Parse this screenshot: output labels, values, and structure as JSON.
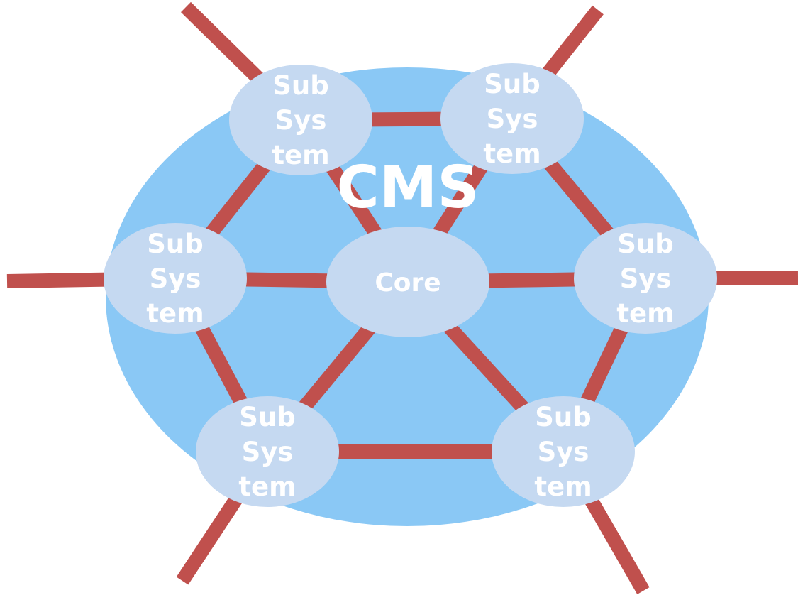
{
  "diagram": {
    "title": "CMS",
    "colors": {
      "background": "#ffffff",
      "system_ellipse": "#8ac8f5",
      "node_fill": "#c5d9f1",
      "connector": "#c0504d",
      "label": "#ffffff"
    },
    "core": {
      "id": "core",
      "label": "Core"
    },
    "subsystems": [
      {
        "id": "subsystem-top-left",
        "lines": [
          "Sub",
          "Sys",
          "tem"
        ]
      },
      {
        "id": "subsystem-top-right",
        "lines": [
          "Sub",
          "Sys",
          "tem"
        ]
      },
      {
        "id": "subsystem-left",
        "lines": [
          "Sub",
          "Sys",
          "tem"
        ]
      },
      {
        "id": "subsystem-right",
        "lines": [
          "Sub",
          "Sys",
          "tem"
        ]
      },
      {
        "id": "subsystem-bottom-left",
        "lines": [
          "Sub",
          "Sys",
          "tem"
        ]
      },
      {
        "id": "subsystem-bottom-right",
        "lines": [
          "Sub",
          "Sys",
          "tem"
        ]
      }
    ],
    "connections": [
      {
        "from": "subsystem-top-left",
        "to": "subsystem-top-right"
      },
      {
        "from": "subsystem-top-right",
        "to": "subsystem-right"
      },
      {
        "from": "subsystem-right",
        "to": "subsystem-bottom-right"
      },
      {
        "from": "subsystem-bottom-right",
        "to": "subsystem-bottom-left"
      },
      {
        "from": "subsystem-bottom-left",
        "to": "subsystem-left"
      },
      {
        "from": "subsystem-left",
        "to": "subsystem-top-left"
      },
      {
        "from": "core",
        "to": "subsystem-top-left"
      },
      {
        "from": "core",
        "to": "subsystem-top-right"
      },
      {
        "from": "core",
        "to": "subsystem-left"
      },
      {
        "from": "core",
        "to": "subsystem-right"
      },
      {
        "from": "core",
        "to": "subsystem-bottom-left"
      },
      {
        "from": "core",
        "to": "subsystem-bottom-right"
      }
    ],
    "external_links": [
      {
        "from": "subsystem-top-left",
        "direction": "up-left"
      },
      {
        "from": "subsystem-top-right",
        "direction": "up-right"
      },
      {
        "from": "subsystem-left",
        "direction": "left"
      },
      {
        "from": "subsystem-right",
        "direction": "right"
      },
      {
        "from": "subsystem-bottom-left",
        "direction": "down-left"
      },
      {
        "from": "subsystem-bottom-right",
        "direction": "down-right"
      }
    ]
  }
}
